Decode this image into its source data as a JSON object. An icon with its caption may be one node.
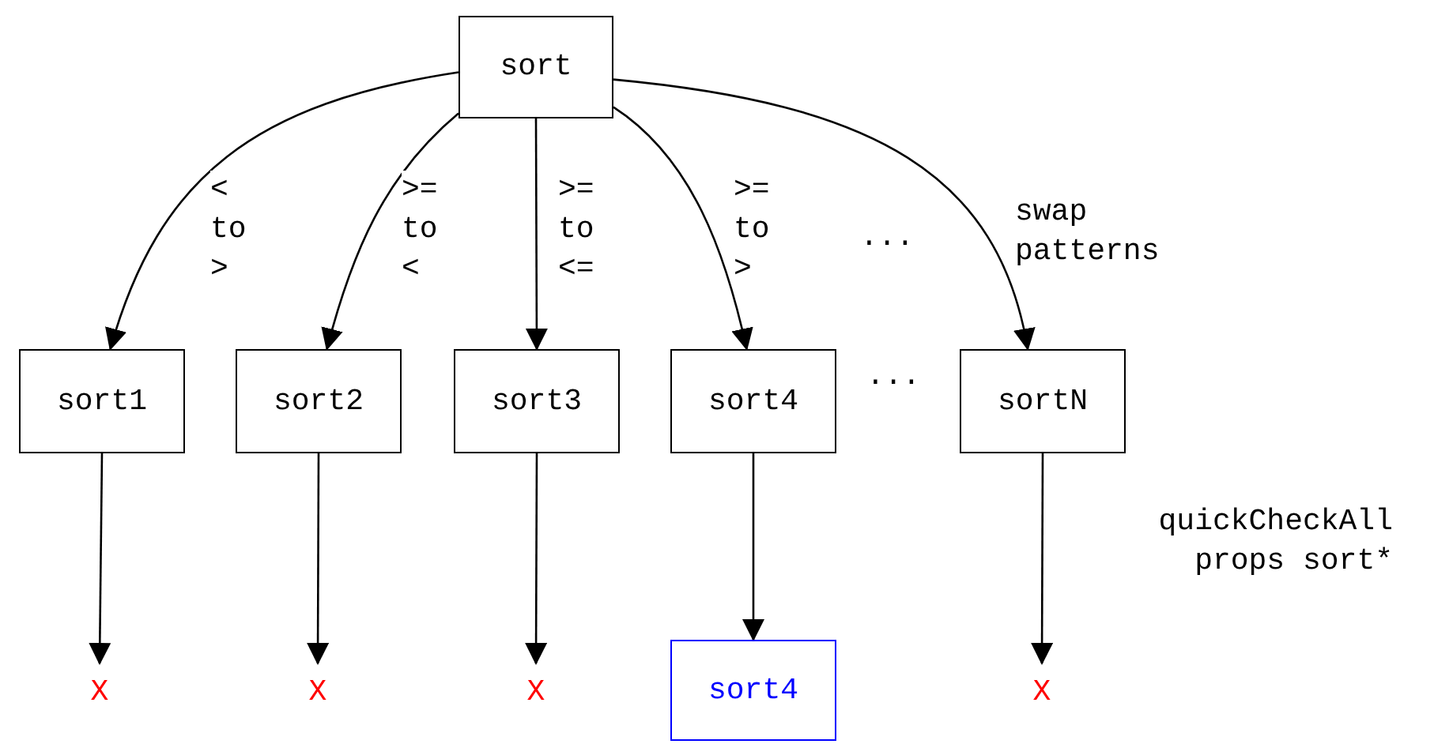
{
  "diagram": {
    "nodes": [
      {
        "text": [
          "sort"
        ]
      },
      {
        "text": [
          "sort1"
        ]
      },
      {
        "text": [
          "sort2"
        ]
      },
      {
        "text": [
          "sort3"
        ]
      },
      {
        "text": [
          "sort4"
        ]
      },
      {
        "text": [
          "sortN"
        ]
      },
      {
        "text": [
          "X"
        ]
      },
      {
        "text": [
          "X"
        ]
      },
      {
        "text": [
          "X"
        ]
      },
      {
        "text": [
          "sort4"
        ]
      },
      {
        "text": [
          "X"
        ]
      }
    ],
    "edges": [
      {
        "from": 0,
        "to": 1,
        "arrow": "to",
        "label": "< to >"
      },
      {
        "from": 0,
        "to": 2,
        "arrow": "to",
        "label": ">= to <"
      },
      {
        "from": 0,
        "to": 3,
        "arrow": "to",
        "label": ">= to <="
      },
      {
        "from": 0,
        "to": 4,
        "arrow": "to",
        "label": ">= to >"
      },
      {
        "from": 0,
        "to": 5,
        "arrow": "to",
        "label": "swap patterns"
      },
      {
        "from": 1,
        "to": 6,
        "arrow": "to"
      },
      {
        "from": 2,
        "to": 7,
        "arrow": "to"
      },
      {
        "from": 3,
        "to": 8,
        "arrow": "to"
      },
      {
        "from": 4,
        "to": 9,
        "arrow": "to"
      },
      {
        "from": 5,
        "to": 10,
        "arrow": "to",
        "label": "quickCheckAll props sort*"
      }
    ],
    "labels": [
      "...",
      "..."
    ]
  }
}
